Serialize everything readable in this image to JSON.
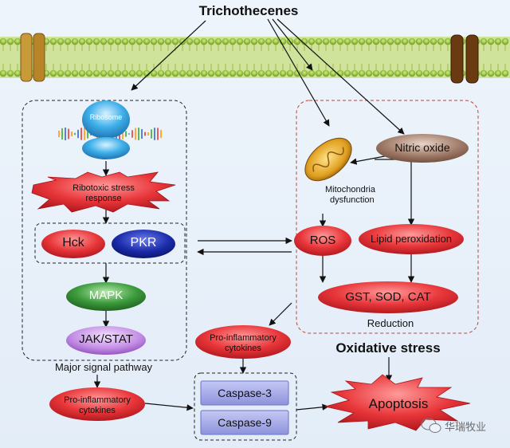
{
  "title": "Trichothecenes",
  "left_panel": {
    "ribosome": "Ribosome",
    "ribotoxic_stress": [
      "Ribotoxic stress",
      "response"
    ],
    "hck": "Hck",
    "pkr": "PKR",
    "mapk": "MAPK",
    "jak_stat": "JAK/STAT",
    "caption": "Major signal pathway"
  },
  "right_panel": {
    "nitric_oxide": "Nitric oxide",
    "mito_dysfunction": [
      "Mitochondria",
      "dysfunction"
    ],
    "ros": "ROS",
    "lipid_peroxidation": "Lipid peroxidation",
    "antioxidants": "GST, SOD, CAT",
    "reduction": "Reduction"
  },
  "oxidative_stress": "Oxidative stress",
  "cytokines_right": [
    "Pro-inflammatory",
    "cytokines"
  ],
  "cytokines_left": [
    "Pro-inflammatory",
    "cytokines"
  ],
  "caspase3": "Caspase-3",
  "caspase9": "Caspase-9",
  "apoptosis": "Apoptosis",
  "watermark": "华瑞牧业",
  "colors": {
    "red": "#e8363a",
    "green": "#3b9a3b",
    "purple": "#b585d6",
    "brown": "#8a6a5a",
    "caspase": "#9ea3e6",
    "membrane": "#9cc23c"
  }
}
